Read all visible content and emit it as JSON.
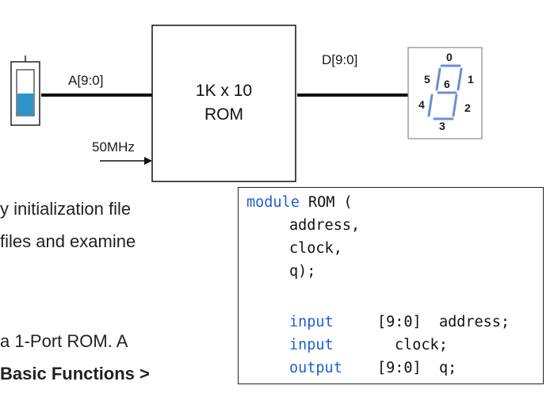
{
  "diagram": {
    "address_label": "A[9:0]",
    "clock_label": "50MHz",
    "rom_label_line1": "1K x 10",
    "rom_label_line2": "ROM",
    "data_label": "D[9:0]",
    "segments": [
      "0",
      "1",
      "2",
      "3",
      "4",
      "5",
      "6"
    ]
  },
  "body_text": {
    "line1": "y initialization file",
    "line2": "files  and  examine",
    "line3": "a 1-Port ROM.  A",
    "line4": "Basic Functions >"
  },
  "code": {
    "line1_kw": "module",
    "line1_rest": " ROM (",
    "line2": "address,",
    "line3": "clock,",
    "line4": "q);",
    "line6_kw": "input",
    "line6_rest": "[9:0]  address;",
    "line7_kw": "input",
    "line7_rest": "clock;",
    "line8_kw": "output",
    "line8_rest": "[9:0]  q;"
  },
  "colors": {
    "code_keyword": "#1f5fd0",
    "segment_stroke": "#6b8fd6",
    "switch_fill": "#2e93c9"
  }
}
